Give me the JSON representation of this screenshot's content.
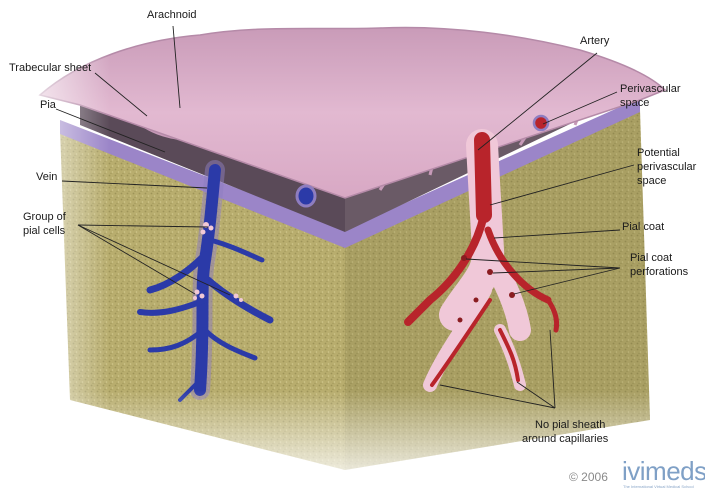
{
  "labels": {
    "arachnoid": "Arachnoid",
    "trabecular_sheet": "Trabecular sheet",
    "pia": "Pia",
    "vein": "Vein",
    "group_of_pial_cells_line1": "Group of",
    "group_of_pial_cells_line2": "pial cells",
    "artery": "Artery",
    "perivascular_space_line1": "Perivascular",
    "perivascular_space_line2": "space",
    "potential_perivascular_line1": "Potential",
    "potential_perivascular_line2": "perivascular",
    "potential_perivascular_line3": "space",
    "pial_coat": "Pial coat",
    "pial_coat_perforations_line1": "Pial coat",
    "pial_coat_perforations_line2": "perforations",
    "no_pial_sheath_line1": "No pial sheath",
    "no_pial_sheath_line2": "around capillaries"
  },
  "footer": {
    "copyright": "© 2006",
    "brand": "ivimeds",
    "tagline": "The International Virtual Medical School"
  },
  "colors": {
    "arachnoid": "#d7a9c6",
    "pia": "#9c86c9",
    "cortex": "#b9ad6d",
    "vein": "#2b3aa8",
    "artery": "#b8242b",
    "pial_coat": "#f0c8d8"
  }
}
